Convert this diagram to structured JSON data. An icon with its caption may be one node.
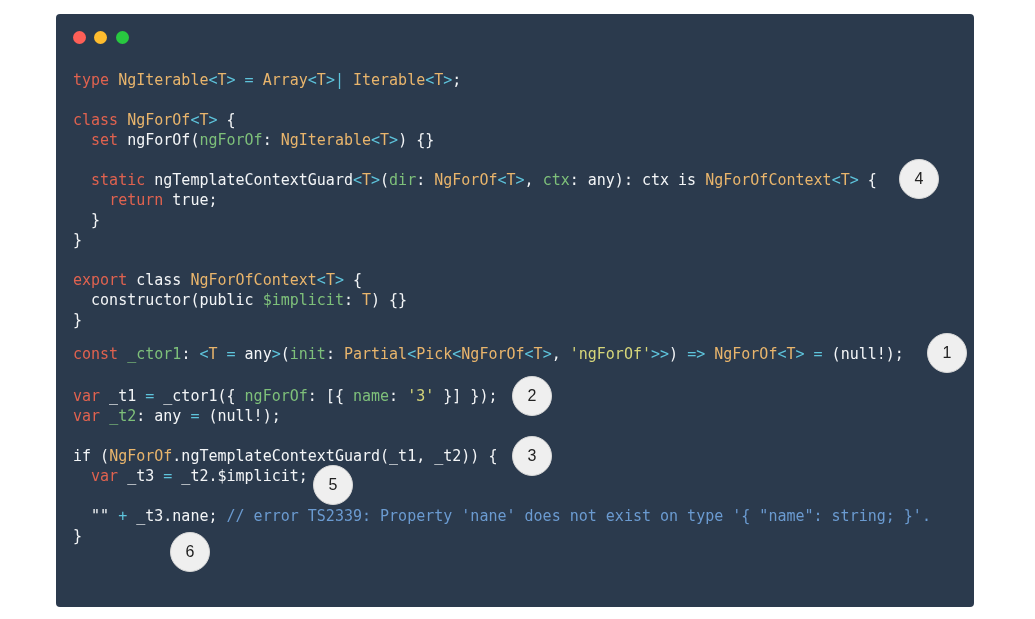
{
  "diagram": {
    "nodes": [
      {
        "text": [
          "4"
        ]
      },
      {
        "text": [
          "1"
        ]
      },
      {
        "text": [
          "2"
        ]
      },
      {
        "text": [
          "3"
        ]
      },
      {
        "text": [
          "5"
        ]
      },
      {
        "text": [
          "6"
        ]
      }
    ],
    "labels": [
      "type NgIterable<T> = Array<T>| Iterable<T>;",
      "class NgForOf<T> {",
      "  set ngForOf(ngForOf: NgIterable<T>) {}",
      "  static ngTemplateContextGuard<T>(dir: NgForOf<T>, ctx: any): ctx is NgForOfContext<T> {",
      "    return true;",
      "  }",
      "}",
      "export class NgForOfContext<T> {",
      "  constructor(public $implicit: T) {}",
      "}",
      "const _ctor1: <T = any>(init: Partial<Pick<NgForOf<T>, 'ngForOf'>>) => NgForOf<T> = (null!);",
      "var _t1 = _ctor1({ ngForOf: [{ name: '3' }] });",
      "var _t2: any = (null!);",
      "if (NgForOf.ngTemplateContextGuard(_t1, _t2)) {",
      "  var _t3 = _t2.$implicit;",
      "  \"\" + _t3.nane; // error TS2339: Property 'nane' does not exist on type '{ \"name\": string; }'.",
      "}"
    ]
  }
}
